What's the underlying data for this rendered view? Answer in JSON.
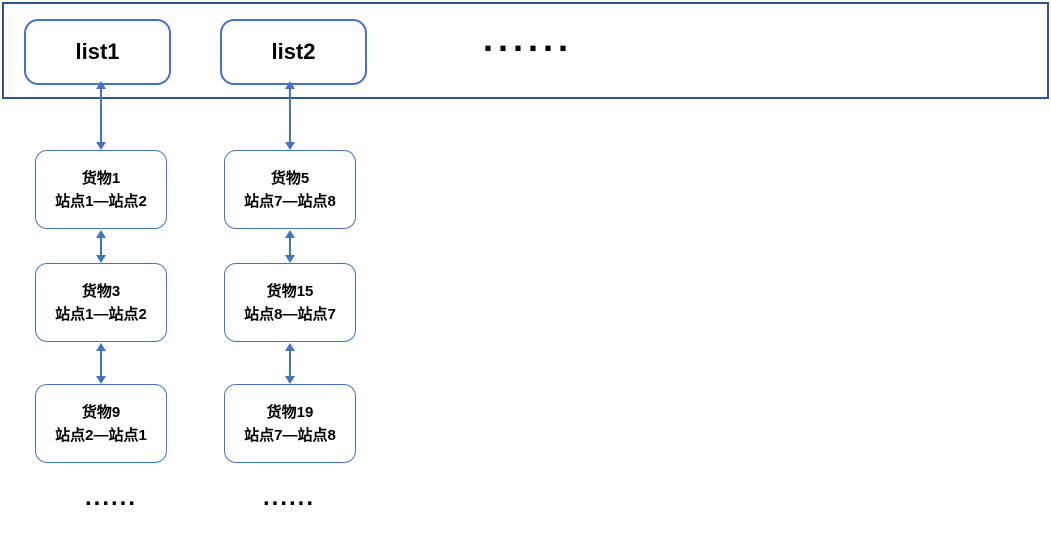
{
  "colors": {
    "container_border": "#2F5496",
    "node_border": "#4472C4",
    "arrow": "#4472C4",
    "text": "#000000"
  },
  "diagram": {
    "lists_row": {
      "items": [
        {
          "label": "list1"
        },
        {
          "label": "list2"
        }
      ],
      "ellipsis": "......"
    },
    "columns": [
      {
        "nodes": [
          {
            "title": "货物1",
            "route": "站点1—站点2"
          },
          {
            "title": "货物3",
            "route": "站点1—站点2"
          },
          {
            "title": "货物9",
            "route": "站点2—站点1"
          }
        ],
        "ellipsis": "......"
      },
      {
        "nodes": [
          {
            "title": "货物5",
            "route": "站点7—站点8"
          },
          {
            "title": "货物15",
            "route": "站点8—站点7"
          },
          {
            "title": "货物19",
            "route": "站点7—站点8"
          }
        ],
        "ellipsis": "......"
      }
    ]
  }
}
